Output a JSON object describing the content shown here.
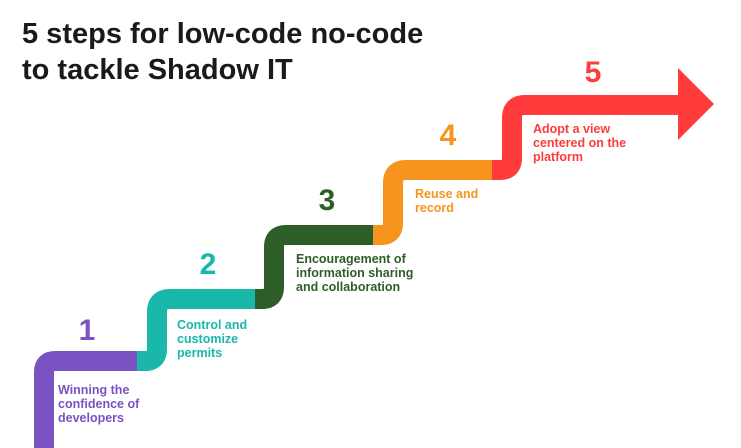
{
  "title": {
    "line1": "5 steps for low-code no-code",
    "line2": "to tackle Shadow IT"
  },
  "colors": {
    "step1": "#7b52c1",
    "step2": "#19b8aa",
    "step3": "#2e5e27",
    "step4": "#f7941d",
    "step5": "#ff3b3b"
  },
  "steps": [
    {
      "number": "1",
      "lines": [
        "Winning the",
        "confidence of",
        "developers"
      ]
    },
    {
      "number": "2",
      "lines": [
        "Control and",
        "customize",
        "permits"
      ]
    },
    {
      "number": "3",
      "lines": [
        "Encouragement of",
        "information sharing",
        "and collaboration"
      ]
    },
    {
      "number": "4",
      "lines": [
        "Reuse and",
        "record"
      ]
    },
    {
      "number": "5",
      "lines": [
        "Adopt a view",
        "centered on the",
        "platform"
      ]
    }
  ]
}
